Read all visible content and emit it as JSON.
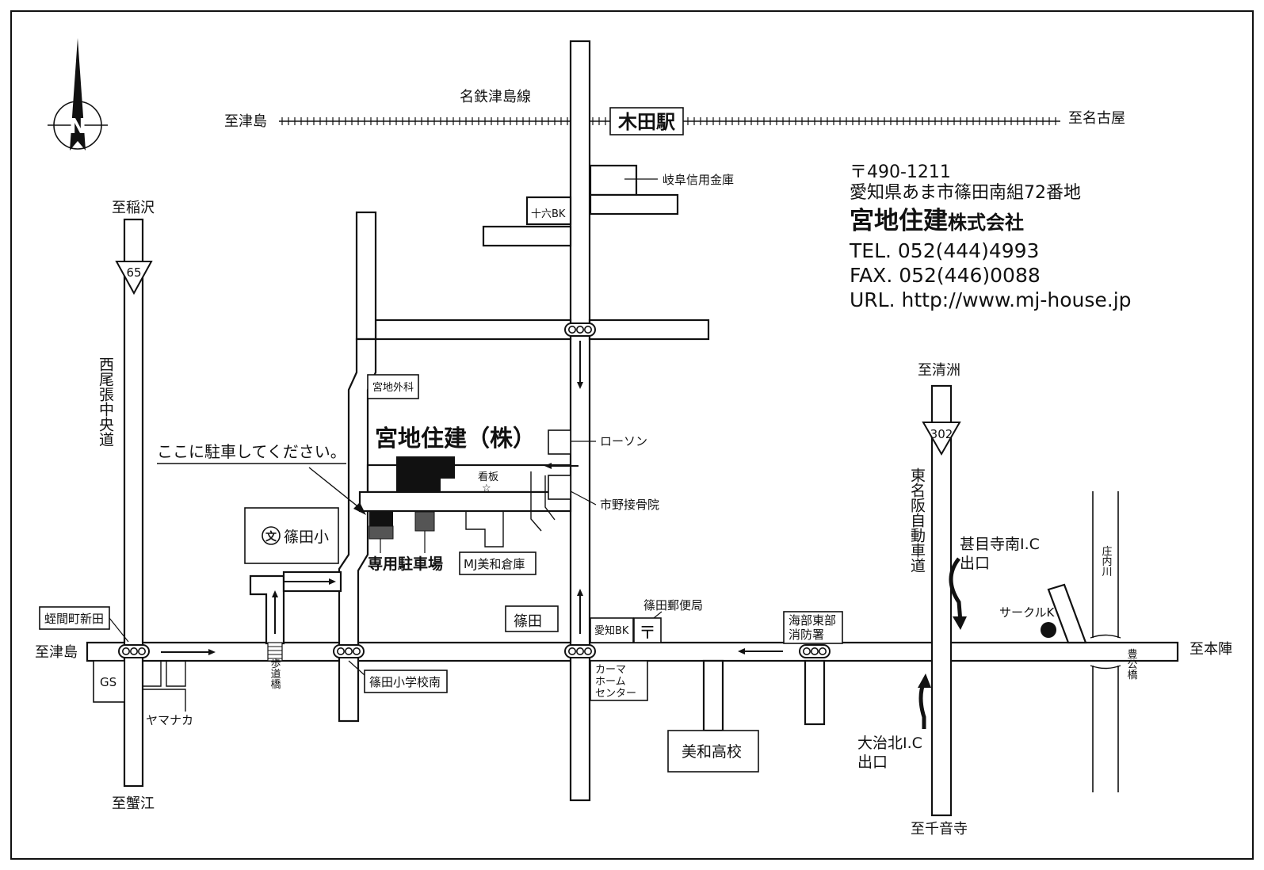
{
  "map": {
    "railway": {
      "line_name": "名鉄津島線",
      "station": "木田駅",
      "to_west": "至津島",
      "to_east": "至名古屋"
    },
    "company": {
      "zip": "〒490-1211",
      "address": "愛知県あま市篠田南組72番地",
      "name_main": "宮地住建",
      "name_suffix": "株式会社",
      "tel": "TEL. 052(444)4993",
      "fax": "FAX. 052(446)0088",
      "url": "URL. http://www.mj-house.jp"
    },
    "directions": {
      "inazawa": "至稲沢",
      "kanie": "至蟹江",
      "tsushima_road": "至津島",
      "kiyosu": "至清洲",
      "senonji": "至千音寺",
      "honjin": "至本陣"
    },
    "routes": {
      "r65": "65",
      "r302": "302",
      "nishio_chuo": "西尾張中央道",
      "tomei_han": "東名阪自動車道"
    },
    "ic": {
      "jimokuji": "甚目寺南I.C",
      "jimokuji_exit": "出口",
      "oharu": "大治北I.C",
      "oharu_exit": "出口"
    },
    "landmarks": {
      "gifu_shinkin": "岐阜信用金庫",
      "juroku_bk": "十六BK",
      "miyachi_geka": "宮地外科",
      "lawson": "ローソン",
      "ichino": "市野接骨院",
      "kanban": "看板",
      "kanban_star": "☆",
      "company_label": "宮地住建（株）",
      "parking_note": "ここに駐車してください。",
      "parking": "専用駐車場",
      "warehouse": "MJ美和倉庫",
      "school_mark": "文",
      "school": "篠田小",
      "hirumacho": "蛭間町新田",
      "gs": "GS",
      "yamanaka": "ヤマナカ",
      "footbridge": "歩道橋",
      "shinoda_sho_minami": "篠田小学校南",
      "shinoda": "篠田",
      "aichi_bk": "愛知BK",
      "post_mark": "〒",
      "post_office": "篠田郵便局",
      "kama": [
        "カーマ",
        "ホーム",
        "センター"
      ],
      "miwa_high": "美和高校",
      "fire_station": [
        "海部東部",
        "消防署"
      ],
      "circle_k": "サークルK",
      "shonai_river": "庄内川",
      "horai_bridge": "豊公橋"
    },
    "compass": {
      "north": "N"
    }
  }
}
